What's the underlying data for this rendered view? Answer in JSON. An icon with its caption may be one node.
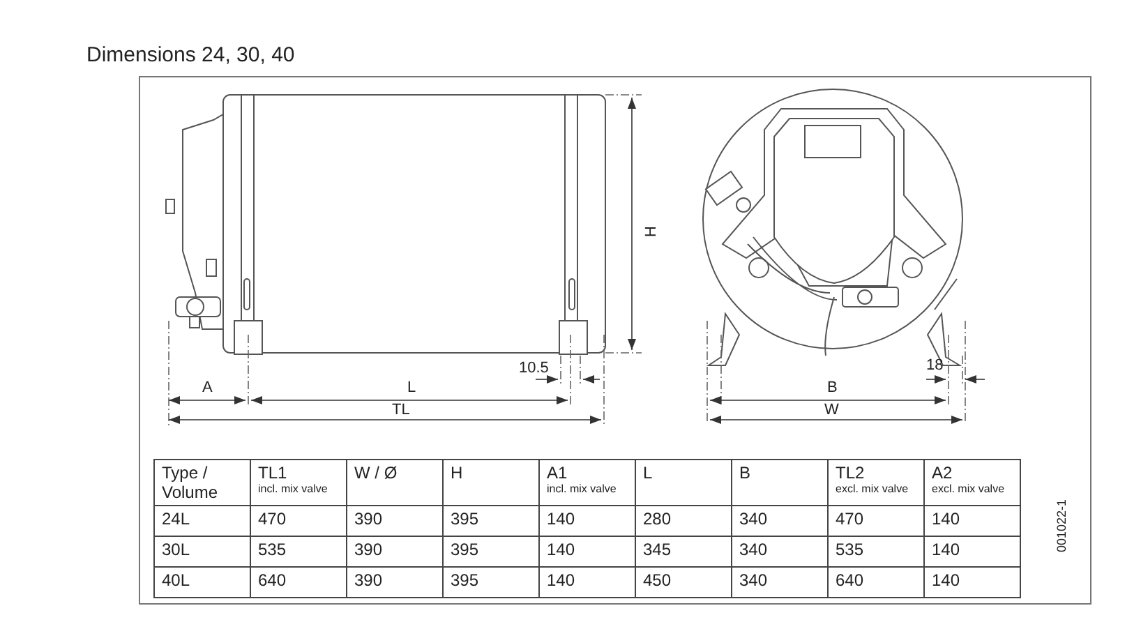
{
  "diagram": {
    "title": "Dimensions 24, 30, 40",
    "labels": [
      "H",
      "10.5",
      "18",
      "A",
      "L",
      "B",
      "TL",
      "W",
      "Type / Volume",
      "TL1",
      "incl. mix valve",
      "W / Ø",
      "H",
      "A1",
      "incl. mix valve",
      "L",
      "B",
      "TL2",
      "excl. mix valve",
      "A2",
      "excl. mix valve",
      "24L",
      "470",
      "390",
      "395",
      "140",
      "280",
      "340",
      "470",
      "140",
      "30L",
      "535",
      "390",
      "395",
      "140",
      "345",
      "340",
      "535",
      "140",
      "40L",
      "640",
      "390",
      "395",
      "140",
      "450",
      "340",
      "640",
      "140",
      "001022-1"
    ]
  }
}
